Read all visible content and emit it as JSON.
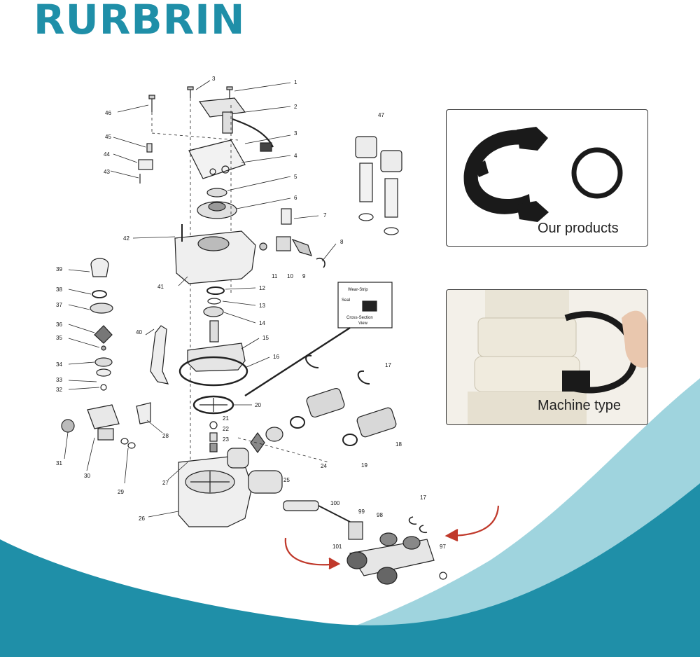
{
  "brand": {
    "name": "RURBRIN",
    "color": "#1f8fa8"
  },
  "colors": {
    "wave_dark": "#1f8fa8",
    "wave_light": "#9fd4de",
    "arrow": "#c0392b",
    "part_black": "#1a1a1a"
  },
  "diagram": {
    "cross_section": {
      "wear_strip": "Wear-Strip",
      "seal": "Seal",
      "view_line1": "Cross-Section",
      "view_line2": "View"
    },
    "part_labels": [
      "1",
      "2",
      "3",
      "3",
      "4",
      "5",
      "6",
      "7",
      "8",
      "9",
      "10",
      "11",
      "12",
      "13",
      "14",
      "15",
      "16",
      "17",
      "17",
      "18",
      "19",
      "20",
      "21",
      "22",
      "23",
      "24",
      "25",
      "26",
      "27",
      "28",
      "29",
      "30",
      "31",
      "32",
      "33",
      "34",
      "35",
      "36",
      "37",
      "38",
      "39",
      "40",
      "41",
      "42",
      "43",
      "44",
      "45",
      "46",
      "47",
      "97",
      "98",
      "99",
      "100",
      "101"
    ]
  },
  "insets": {
    "products": {
      "caption": "Our products",
      "icon": "retaining-clip-and-oring"
    },
    "machine": {
      "caption": "Machine type",
      "icon": "clip-installed-on-fitting"
    }
  }
}
